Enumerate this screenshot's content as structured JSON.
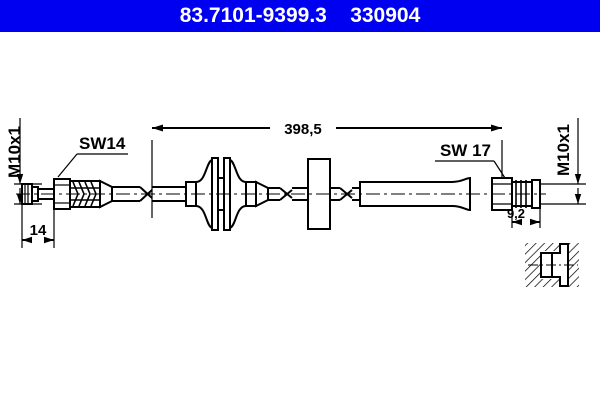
{
  "header": {
    "part_number": "83.7101-9399.3",
    "reference_number": "330904",
    "title_line": "83.7101-9399.3    330904",
    "background_color": "#0000f0",
    "text_color": "#ffffff"
  },
  "drawing": {
    "type": "brake-hose-technical-drawing",
    "line_color": "#000000",
    "background_color": "#ffffff",
    "dimensions": {
      "overall_length": "398,5",
      "left_thread": "M10x1",
      "left_end_length": "14",
      "left_wrench_size": "SW14",
      "right_thread": "M10x1",
      "right_end_length": "9,2",
      "right_wrench_size": "SW 17"
    },
    "labels": [
      {
        "id": "overall-length",
        "text": "398,5"
      },
      {
        "id": "left-thread",
        "text": "M10x1"
      },
      {
        "id": "left-wrench",
        "text": "SW14"
      },
      {
        "id": "left-length",
        "text": "14"
      },
      {
        "id": "right-wrench",
        "text": "SW 17"
      },
      {
        "id": "right-thread",
        "text": "M10x1"
      },
      {
        "id": "right-length",
        "text": "9,2"
      }
    ],
    "components": [
      "left-banjo-fitting",
      "left-hex-nut-sw14",
      "crimp-ferrule",
      "hose-body",
      "double-cone-damper",
      "mounting-bracket",
      "right-hex-nut-sw17",
      "right-threaded-end",
      "section-detail-view"
    ]
  }
}
